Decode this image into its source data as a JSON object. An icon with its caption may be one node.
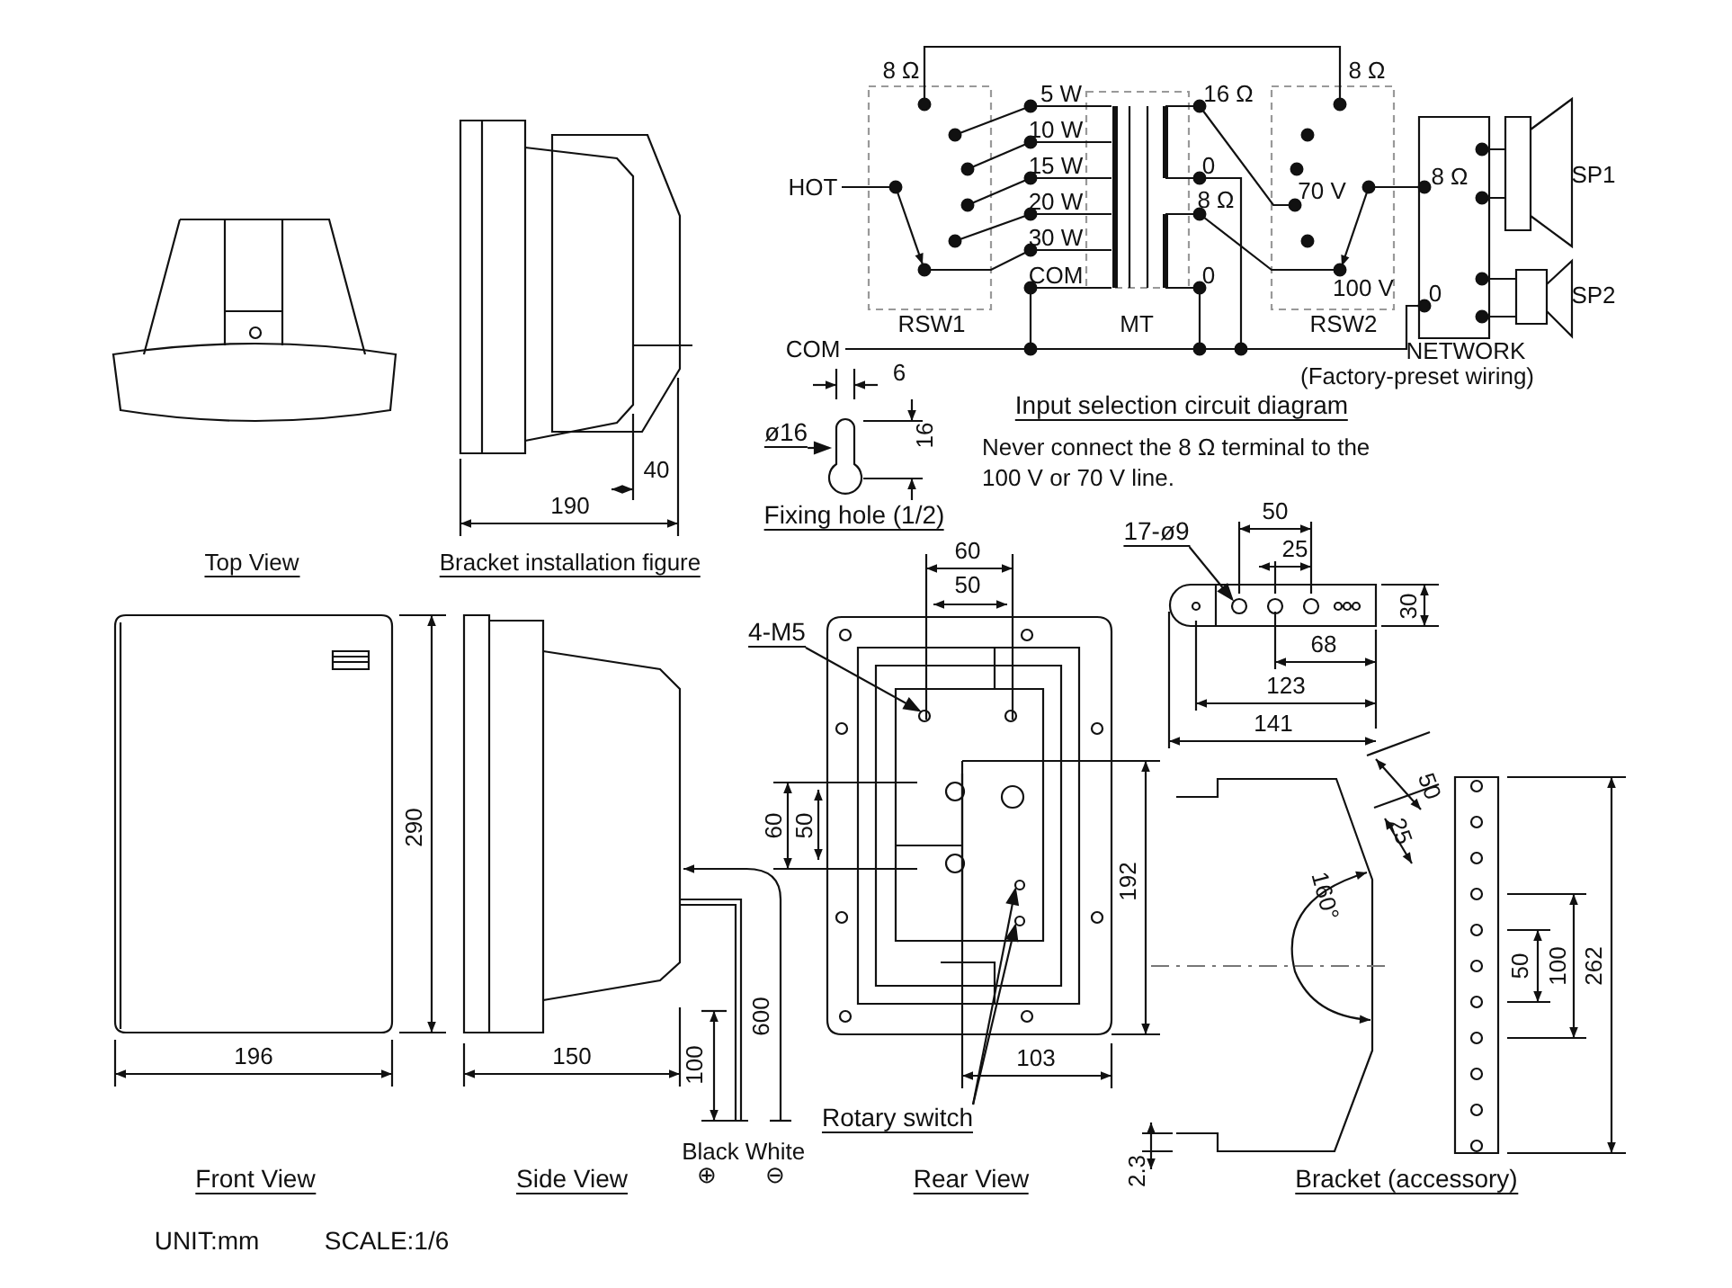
{
  "diagram": {
    "nodes": [
      {
        "text": [
          "ø16"
        ]
      },
      {
        "text": [
          "17-ø9"
        ]
      },
      {
        "text": [
          "4-M5"
        ]
      },
      {
        "text": [
          "Rotary switch"
        ]
      },
      {
        "text": [],
        "shape": "keyhole"
      },
      {
        "text": [],
        "shape": "circle"
      },
      {
        "text": [],
        "shape": "circle"
      },
      {
        "text": [],
        "shape": "circle"
      },
      {
        "text": [],
        "shape": "circle"
      }
    ],
    "edges": [
      {
        "from": 0,
        "to": 4,
        "arrow": "to"
      },
      {
        "from": 1,
        "to": 5,
        "arrow": "to"
      },
      {
        "from": 2,
        "to": 6,
        "arrow": "to"
      },
      {
        "from": 3,
        "to": 7,
        "arrow": "to"
      },
      {
        "from": 3,
        "to": 8,
        "arrow": "to"
      }
    ],
    "labels": [
      "8 Ω",
      "8 Ω",
      "5 W",
      "16 Ω",
      "10 W",
      "15 W",
      "0",
      "HOT",
      "70 V",
      "8 Ω",
      "20 W",
      "8 Ω",
      "30 W",
      "COM",
      "0",
      "100 V",
      "0",
      "SP1",
      "SP2",
      "RSW1",
      "MT",
      "RSW2",
      "COM",
      "NETWORK",
      "(Factory-preset wiring)",
      "Input selection circuit diagram",
      "Never connect the 8 Ω terminal to the 100 V or 70 V line.",
      "6",
      "16",
      "Fixing hole (1/2)",
      "40",
      "190",
      "Top View",
      "Bracket installation figure",
      "50",
      "25",
      "30",
      "60",
      "50",
      "68",
      "123",
      "141",
      "290",
      "60",
      "50",
      "192",
      "160°",
      "50",
      "25",
      "50",
      "100",
      "262",
      "196",
      "150",
      "103",
      "100",
      "600",
      "Black",
      "White",
      "⊕",
      "⊖",
      "2.3",
      "Front View",
      "Side View",
      "Rear View",
      "Bracket (accessory)",
      "UNIT:mm",
      "SCALE:1/6"
    ]
  }
}
